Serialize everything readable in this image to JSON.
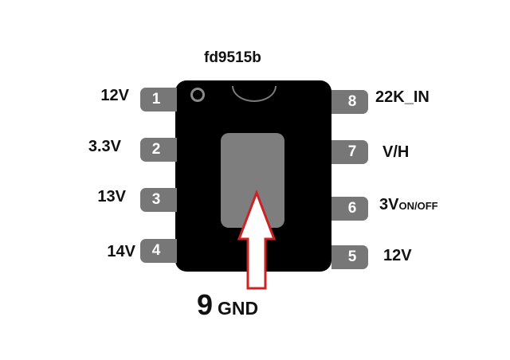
{
  "title": "fd9515b",
  "left_pins": [
    {
      "number": "1",
      "label": "12V"
    },
    {
      "number": "2",
      "label": "3.3V"
    },
    {
      "number": "3",
      "label": "13V"
    },
    {
      "number": "4",
      "label": "14V"
    }
  ],
  "right_pins": [
    {
      "number": "8",
      "label": "22K_IN"
    },
    {
      "number": "7",
      "label": "V/H"
    },
    {
      "number": "6",
      "label": "3V",
      "label_sub": "ON/OFF"
    },
    {
      "number": "5",
      "label": "12V"
    }
  ],
  "ground_pin": {
    "number": "9",
    "label": "GND"
  },
  "colors": {
    "chip": "#000000",
    "pin": "#777777",
    "pad": "#7e7e7e",
    "arrow": "#cc2222"
  }
}
